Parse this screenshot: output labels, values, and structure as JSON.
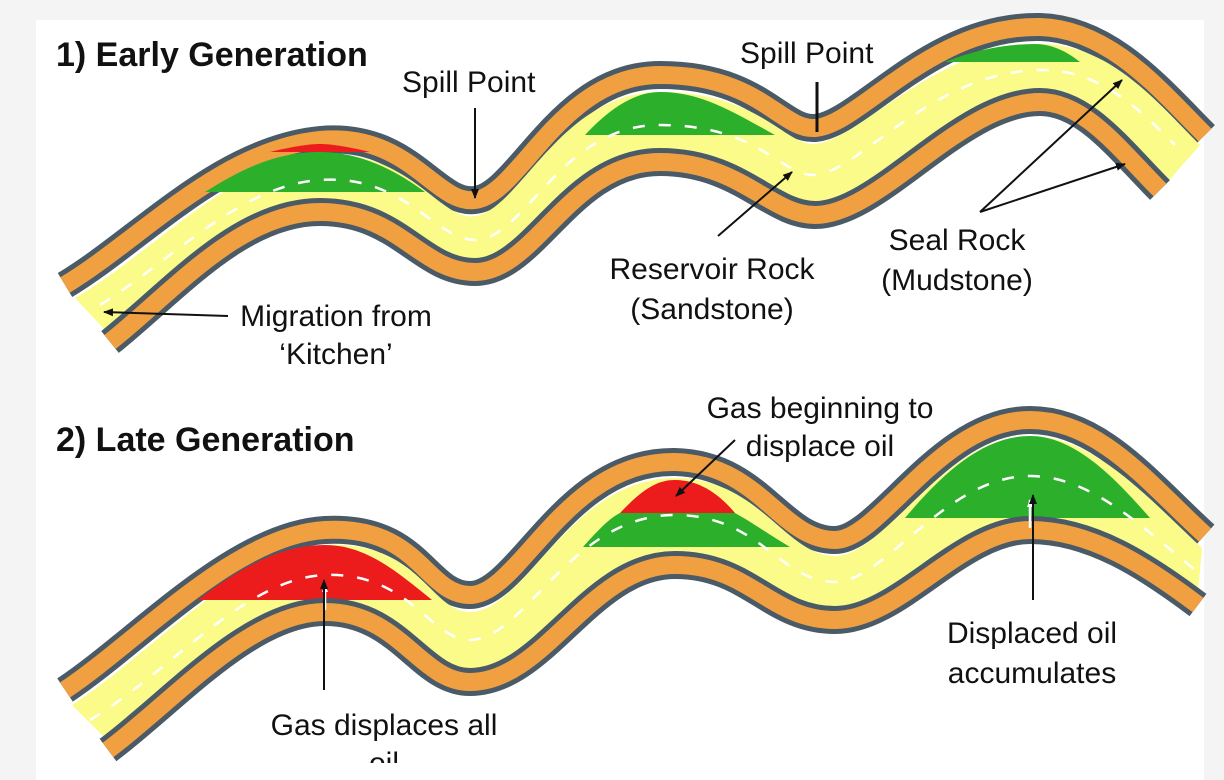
{
  "colors": {
    "background": "#f4f4f4",
    "panel": "#ffffff",
    "seal_outline": "#4a5a66",
    "seal_fill": "#f0a040",
    "reservoir": "#fbfb8a",
    "oil": "#2cb02c",
    "gas": "#ec1c1c",
    "migration_arrows": "#ffffff",
    "text": "#111111"
  },
  "panel1": {
    "heading": "1) Early Generation",
    "labels": {
      "spill_point_left": "Spill Point",
      "spill_point_right": "Spill Point",
      "reservoir_line1": "Reservoir Rock",
      "reservoir_line2": "(Sandstone)",
      "seal_line1": "Seal Rock",
      "seal_line2": "(Mudstone)",
      "migration_line1": "Migration from",
      "migration_line2": "‘Kitchen’"
    }
  },
  "panel2": {
    "heading": "2) Late Generation",
    "labels": {
      "gas_beginning_line1": "Gas beginning to",
      "gas_beginning_line2": "displace oil",
      "displaced_line1": "Displaced oil",
      "displaced_line2": "accumulates",
      "gas_displaces_line1": "Gas displaces all",
      "gas_displaces_line2": "oil"
    }
  }
}
